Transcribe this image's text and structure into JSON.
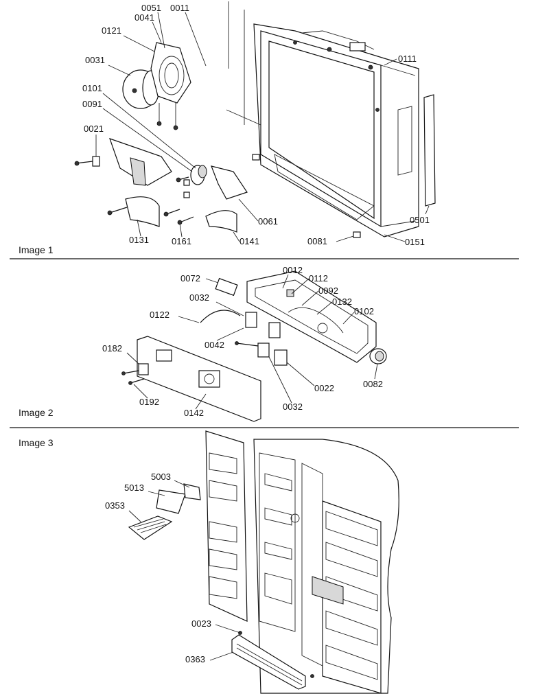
{
  "panels": [
    {
      "title": "Image 1",
      "parts": [
        "0051",
        "0011",
        "0041",
        "0121",
        "0031",
        "0111",
        "0101",
        "0091",
        "0021",
        "0501",
        "0061",
        "0131",
        "0161",
        "0141",
        "0081",
        "0151"
      ]
    },
    {
      "title": "Image 2",
      "parts": [
        "0072",
        "0012",
        "0112",
        "0092",
        "0032",
        "0132",
        "0102",
        "0122",
        "0042",
        "0182",
        "0022",
        "0082",
        "0192",
        "0142",
        "0032"
      ]
    },
    {
      "title": "Image 3",
      "parts": [
        "5003",
        "5013",
        "0353",
        "0023",
        "0363"
      ]
    }
  ]
}
